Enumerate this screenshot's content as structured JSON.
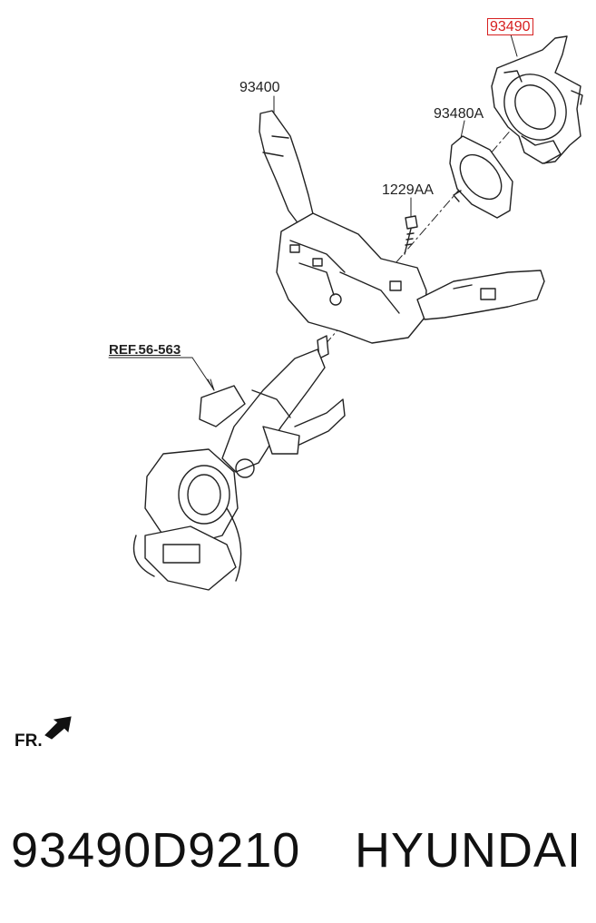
{
  "callouts": {
    "highlighted_part": "93490",
    "multifunction_switch": "93400",
    "clock_spring_plate": "93480A",
    "screw": "1229AA",
    "reference": "REF.56-563"
  },
  "orientation": {
    "label": "FR.",
    "arrow_icon": "front-arrow-icon"
  },
  "footer": {
    "part_number": "93490D9210",
    "brand": "HYUNDAI"
  },
  "colors": {
    "highlight": "#d62020",
    "line": "#222222"
  }
}
